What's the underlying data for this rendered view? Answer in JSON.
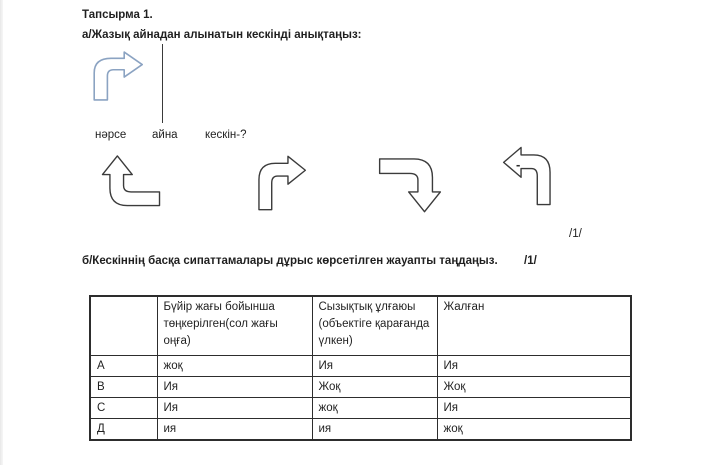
{
  "page": {
    "title": "Тапсырма 1."
  },
  "part_a": {
    "prompt": "а/Жазық айнадан алынатын  кескінді анықтаңыз:",
    "object_label": "нәрсе",
    "mirror_label": "айна",
    "image_label": "кескін-?",
    "score": "/1/",
    "object_arrow_color": "#8ba3c2",
    "option_arrow_color": "#3b3b3b",
    "option_arrows": [
      {
        "name": "option-1",
        "direction": "curved-up"
      },
      {
        "name": "option-2",
        "direction": "curved-right"
      },
      {
        "name": "option-3",
        "direction": "curved-down"
      },
      {
        "name": "option-4",
        "direction": "curved-left",
        "mark": "-"
      }
    ]
  },
  "part_b": {
    "prompt": "б/Кескіннің басқа  сипаттамалары  дұрыс көрсетілген жауапты таңдаңыз.",
    "score": "/1/",
    "table": {
      "headers": [
        "",
        "Бүйір жағы бойынша төңкерілген(сол жағы оңға)",
        "Сызықтық ұлғаюы (объектіге қарағанда үлкен)",
        "Жалған"
      ],
      "rows": [
        {
          "label": "А",
          "cells": [
            "жоқ",
            "Ия",
            "Ия"
          ]
        },
        {
          "label": "В",
          "cells": [
            "Ия",
            "Жоқ",
            "Жоқ"
          ]
        },
        {
          "label": "С",
          "cells": [
            "Ия",
            "жоқ",
            "Ия"
          ]
        },
        {
          "label": "Д",
          "cells": [
            "ия",
            "ия",
            "жоқ"
          ]
        }
      ]
    }
  }
}
